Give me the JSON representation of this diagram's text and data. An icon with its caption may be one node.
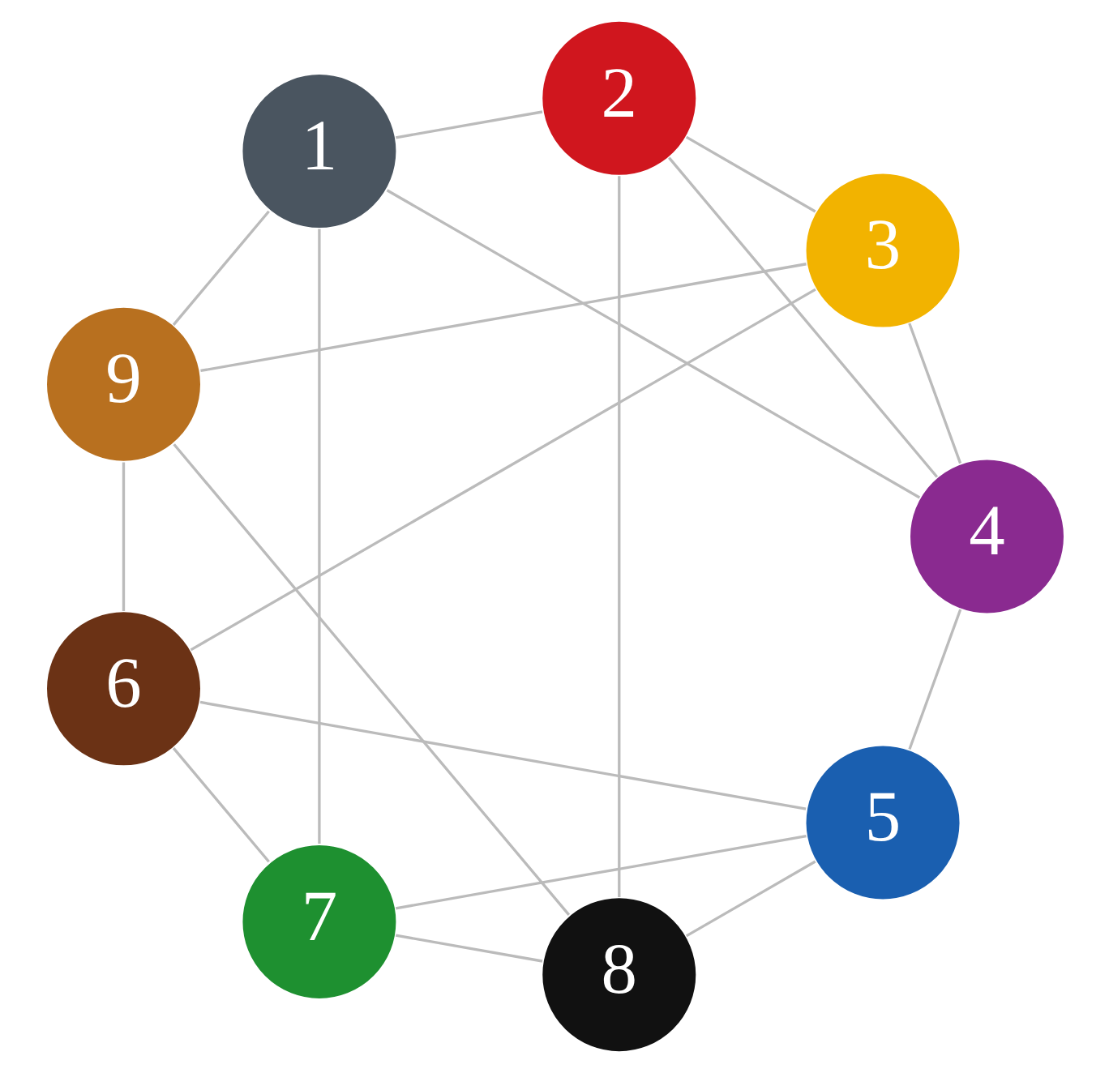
{
  "diagram": {
    "nodes": [
      {
        "text": [
          "9"
        ]
      },
      {
        "text": [
          "1"
        ]
      },
      {
        "text": [
          "2"
        ]
      },
      {
        "text": [
          "3"
        ]
      },
      {
        "text": [
          "4"
        ]
      },
      {
        "text": [
          "5"
        ]
      },
      {
        "text": [
          "6"
        ]
      },
      {
        "text": [
          "7"
        ]
      },
      {
        "text": [
          "8"
        ]
      }
    ],
    "edges": [
      {
        "from": 0,
        "to": 1,
        "arrow": "none"
      },
      {
        "from": 1,
        "to": 2,
        "arrow": "none"
      },
      {
        "from": 2,
        "to": 3,
        "arrow": "none"
      },
      {
        "from": 3,
        "to": 4,
        "arrow": "none"
      },
      {
        "from": 4,
        "to": 5,
        "arrow": "none"
      },
      {
        "from": 5,
        "to": 6,
        "arrow": "none"
      },
      {
        "from": 6,
        "to": 7,
        "arrow": "none"
      },
      {
        "from": 7,
        "to": 8,
        "arrow": "none"
      },
      {
        "from": 8,
        "to": 0,
        "arrow": "none"
      },
      {
        "from": 0,
        "to": 3,
        "arrow": "none"
      },
      {
        "from": 3,
        "to": 6,
        "arrow": "none"
      },
      {
        "from": 6,
        "to": 0,
        "arrow": "none"
      },
      {
        "from": 1,
        "to": 4,
        "arrow": "none"
      },
      {
        "from": 4,
        "to": 2,
        "arrow": "none"
      },
      {
        "from": 2,
        "to": 8,
        "arrow": "none"
      },
      {
        "from": 8,
        "to": 5,
        "arrow": "none"
      },
      {
        "from": 5,
        "to": 7,
        "arrow": "none"
      },
      {
        "from": 7,
        "to": 1,
        "arrow": "none"
      }
    ]
  }
}
